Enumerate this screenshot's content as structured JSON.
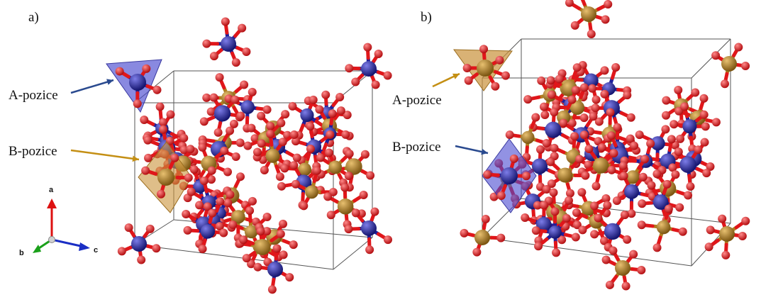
{
  "panels": [
    {
      "id": "a",
      "label": "a)",
      "a_site": "A-pozice",
      "b_site": "B-pozice"
    },
    {
      "id": "b",
      "label": "b)",
      "a_site": "A-pozice",
      "b_site": "B-pozice"
    }
  ],
  "axes": {
    "a": "a",
    "b": "b",
    "c": "c"
  },
  "colors": {
    "oxygen": "#e0161a",
    "blue_cation": "#1e1e9c",
    "gold_cation": "#b07d1e",
    "blue_arrow": "#2a4a8f",
    "gold_arrow": "#c48f14",
    "blue_polyhedron": "#4a4ad0",
    "gold_polyhedron": "#c9923a",
    "cell_edges": "#555555"
  },
  "icons": [
    "tetrahedron-icon",
    "octahedron-icon",
    "axis-triad-icon"
  ]
}
